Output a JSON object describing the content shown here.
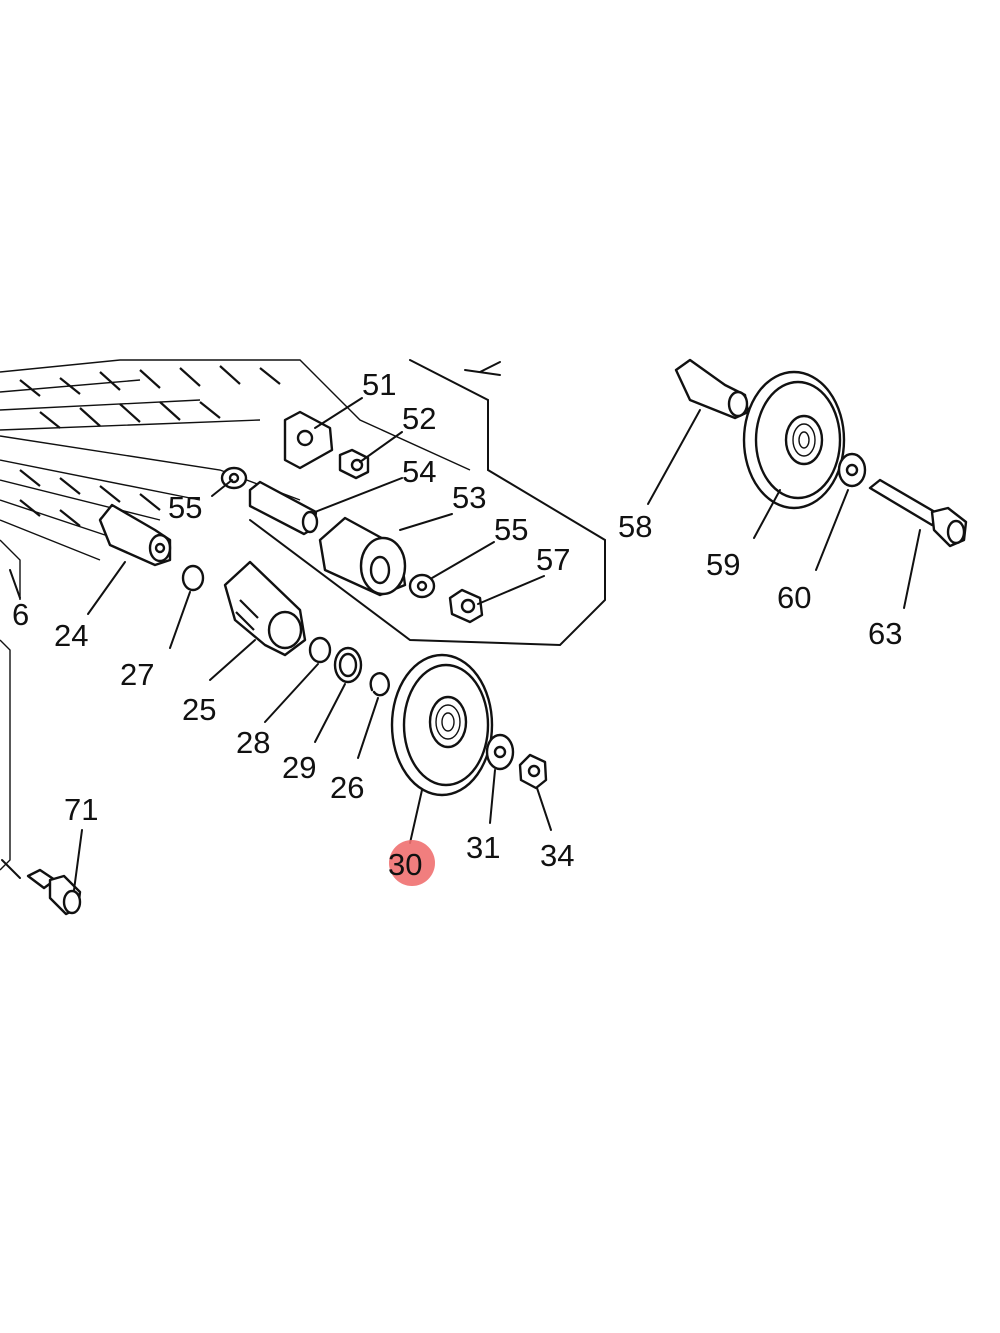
{
  "diagram": {
    "highlight_color": "#f07070",
    "highlighted_part": "30",
    "callouts": [
      {
        "id": "51",
        "label": "51"
      },
      {
        "id": "52",
        "label": "52"
      },
      {
        "id": "54",
        "label": "54"
      },
      {
        "id": "55a",
        "label": "55"
      },
      {
        "id": "53",
        "label": "53"
      },
      {
        "id": "55b",
        "label": "55"
      },
      {
        "id": "57",
        "label": "57"
      },
      {
        "id": "58",
        "label": "58"
      },
      {
        "id": "59",
        "label": "59"
      },
      {
        "id": "60",
        "label": "60"
      },
      {
        "id": "63",
        "label": "63"
      },
      {
        "id": "6",
        "label": "6"
      },
      {
        "id": "24",
        "label": "24"
      },
      {
        "id": "27",
        "label": "27"
      },
      {
        "id": "25",
        "label": "25"
      },
      {
        "id": "28",
        "label": "28"
      },
      {
        "id": "29",
        "label": "29"
      },
      {
        "id": "26",
        "label": "26"
      },
      {
        "id": "71",
        "label": "71"
      },
      {
        "id": "30",
        "label": "30"
      },
      {
        "id": "31",
        "label": "31"
      },
      {
        "id": "34",
        "label": "34"
      }
    ]
  }
}
